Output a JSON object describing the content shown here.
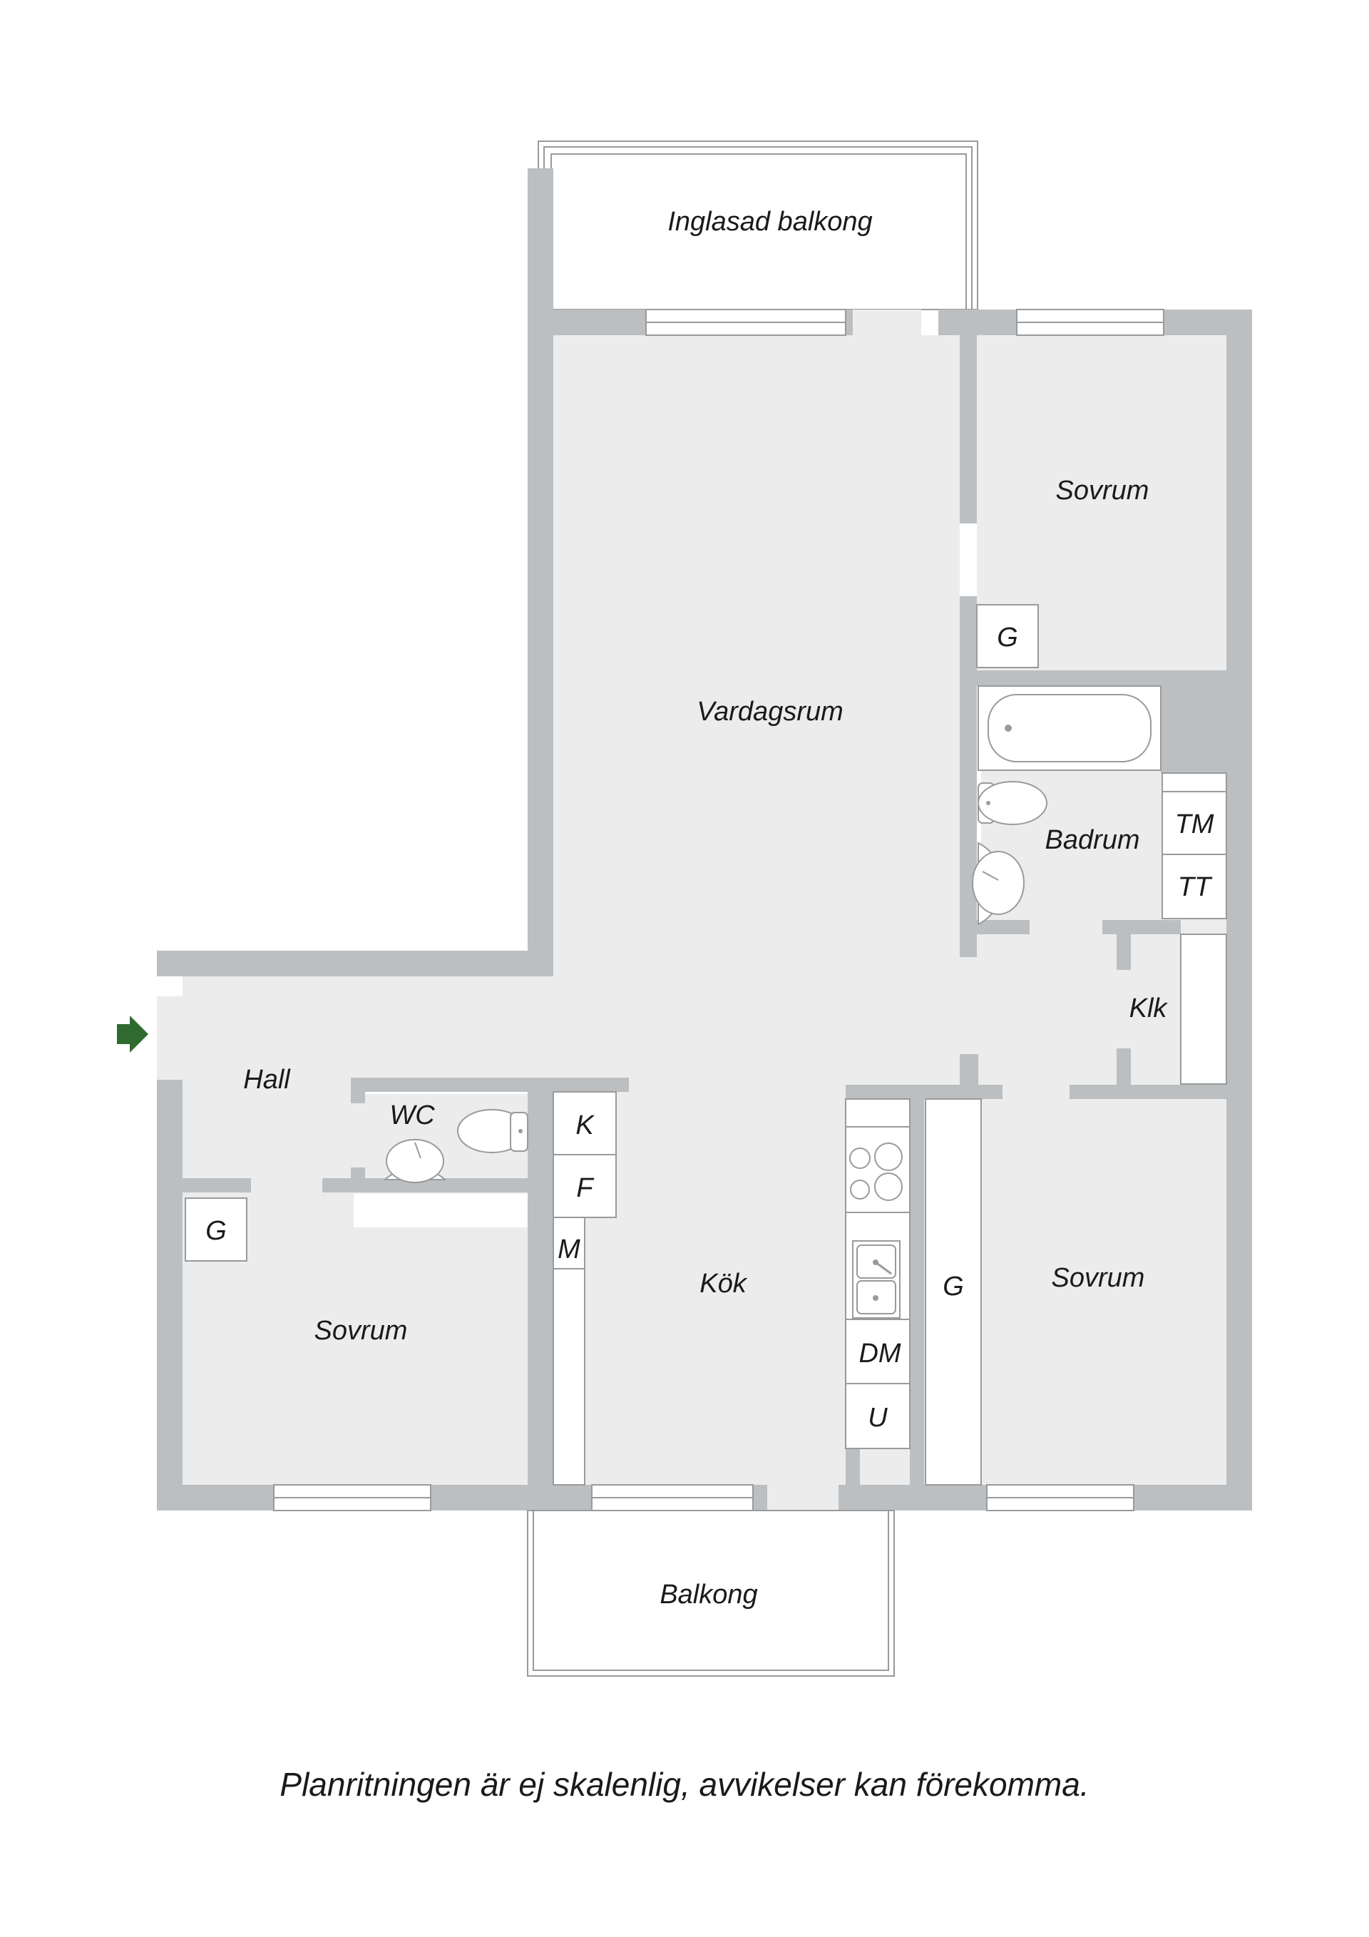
{
  "rooms": {
    "glazed_balcony": "Inglasad balkong",
    "bedroom_north": "Sovrum",
    "living_room": "Vardagsrum",
    "bathroom": "Badrum",
    "hall": "Hall",
    "wc": "WC",
    "bedroom_southwest": "Sovrum",
    "kitchen": "Kök",
    "bedroom_southeast": "Sovrum",
    "closet": "Klk",
    "balcony": "Balkong"
  },
  "fixtures": {
    "wardrobe_north": "G",
    "washing_machine": "TM",
    "tumble_dryer": "TT",
    "refrigerator": "K",
    "freezer": "F",
    "microwave": "M",
    "wardrobe_hall": "G",
    "wardrobe_kitchen": "G",
    "dishwasher": "DM",
    "oven": "U"
  },
  "icons": {
    "entrance": "entrance-arrow-icon"
  },
  "colors": {
    "wall": "#bcbfc1",
    "floor": "#ececec",
    "entrance_arrow": "#2f6b2f"
  },
  "disclaimer": "Planritningen är ej skalenlig, avvikelser kan förekomma."
}
